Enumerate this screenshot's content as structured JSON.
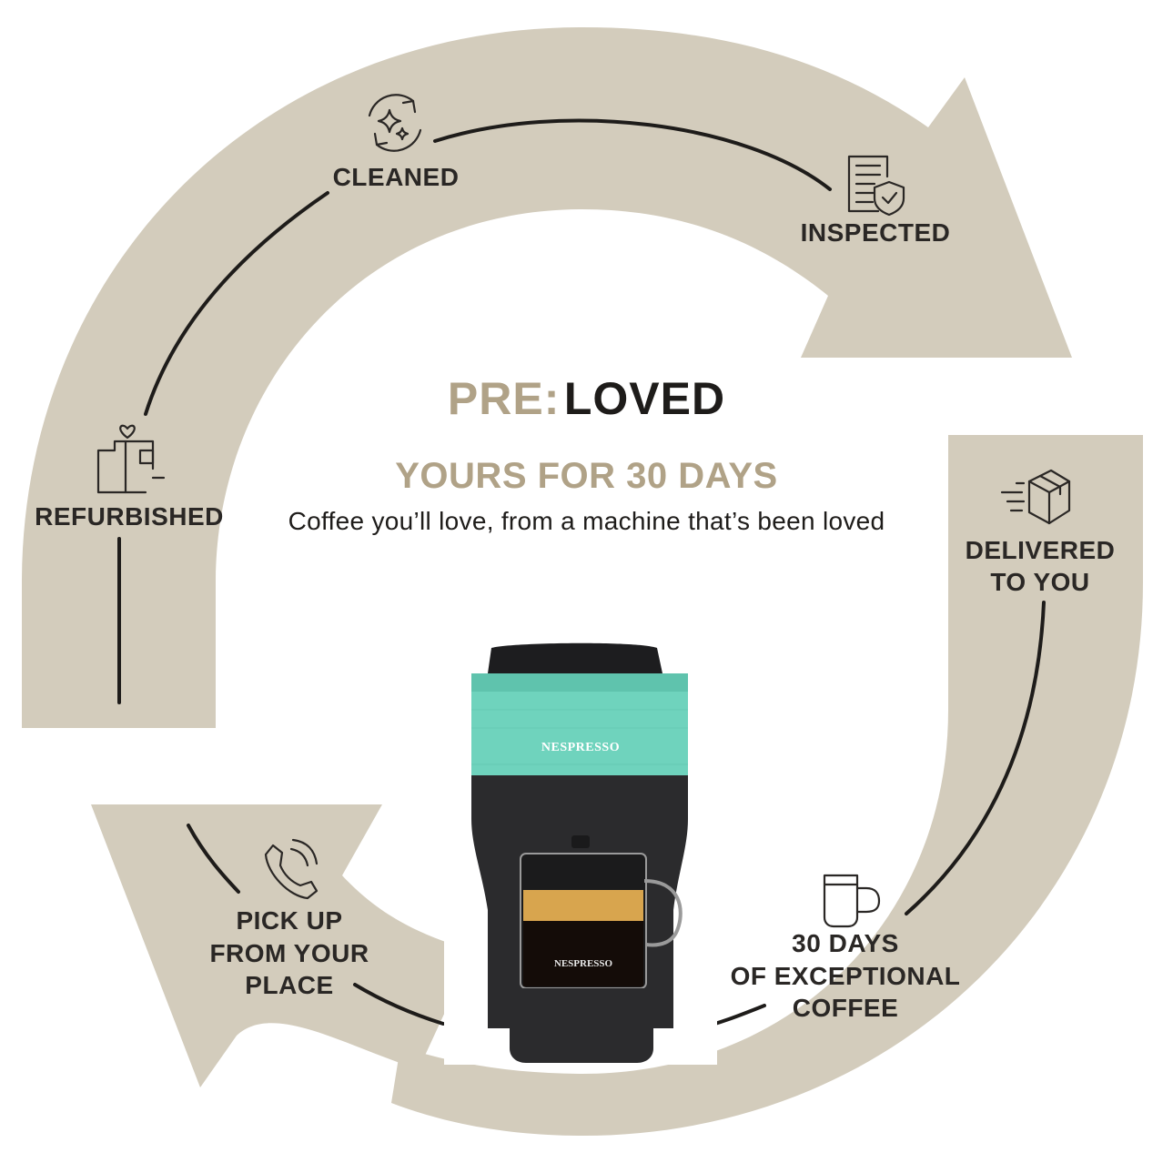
{
  "header": {
    "title_part1": "PRE:",
    "title_part2": "LOVED",
    "subtitle": "YOURS FOR 30 DAYS",
    "tagline": "Coffee you’ll love, from a machine that’s been loved"
  },
  "steps": {
    "cleaned": "CLEANED",
    "inspected": "INSPECTED",
    "refurbished": "REFURBISHED",
    "delivered_line1": "DELIVERED",
    "delivered_line2": "TO YOU",
    "days_line1": "30 DAYS",
    "days_line2": "OF EXCEPTIONAL",
    "days_line3": "COFFEE",
    "pickup_line1": "PICK UP",
    "pickup_line2": "FROM YOUR",
    "pickup_line3": "PLACE"
  },
  "machine": {
    "brand_top": "NESPRESSO",
    "brand_cup": "NESPRESSO"
  },
  "icons": {
    "cleaned": "cycle-sparkle-icon",
    "inspected": "document-shield-icon",
    "refurbished": "box-heart-icon",
    "delivered": "fast-box-icon",
    "days": "mug-icon",
    "pickup": "phone-icon"
  },
  "colors": {
    "arrow": "#d3ccbc",
    "title_gold": "#b0a287",
    "title_dark": "#1e1c1a",
    "machine_mint": "#6fd3bd",
    "machine_body": "#2b2b2d"
  }
}
